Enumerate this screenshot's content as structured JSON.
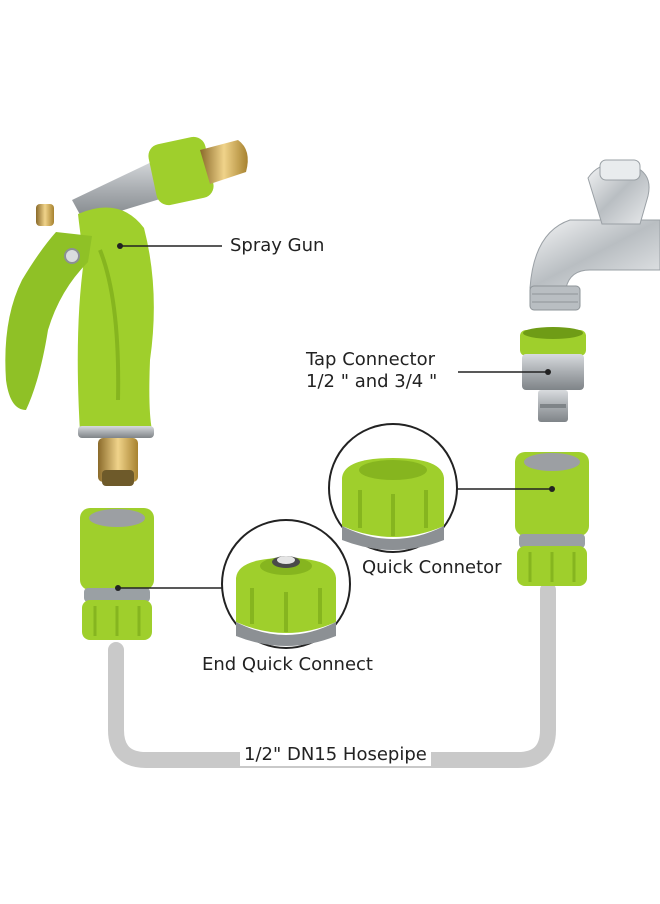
{
  "labels": {
    "spray_gun": "Spray Gun",
    "tap_connector_line1": "Tap Connector",
    "tap_connector_line2": "1/2 \" and 3/4 \"",
    "quick_connector": "Quick Connetor",
    "end_quick_connect": "End Quick Connect",
    "hosepipe": "1/2\" DN15 Hosepipe"
  },
  "colors": {
    "lime_green": "#9fcf2c",
    "dark_green": "#7fae1a",
    "hose_gray": "#c9c9c9",
    "metal_gray": "#a9adb1",
    "brass": "#c9a24a"
  }
}
